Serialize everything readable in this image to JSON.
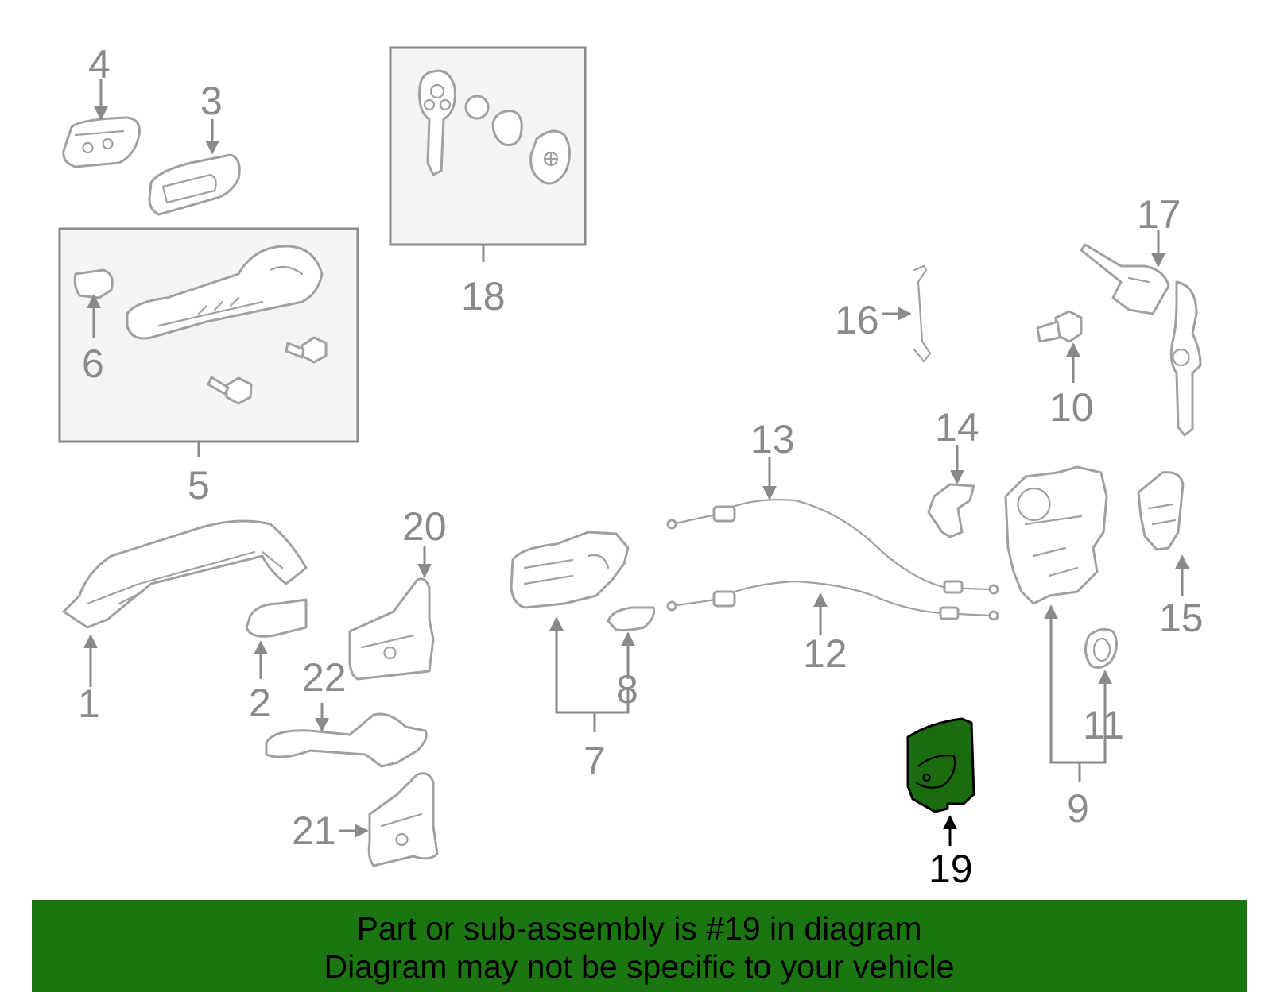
{
  "diagram": {
    "highlighted_part": "19",
    "labels": [
      "1",
      "2",
      "3",
      "4",
      "5",
      "6",
      "7",
      "8",
      "9",
      "10",
      "11",
      "12",
      "13",
      "14",
      "15",
      "16",
      "17",
      "18",
      "19",
      "20",
      "21",
      "22"
    ]
  },
  "banner": {
    "line1": "Part or sub-assembly is #19 in diagram",
    "line2": "Diagram may not be specific to your vehicle"
  },
  "colors": {
    "banner": "#1b7612",
    "highlight": "#1b6b10",
    "parts": "#a0a0a0"
  }
}
